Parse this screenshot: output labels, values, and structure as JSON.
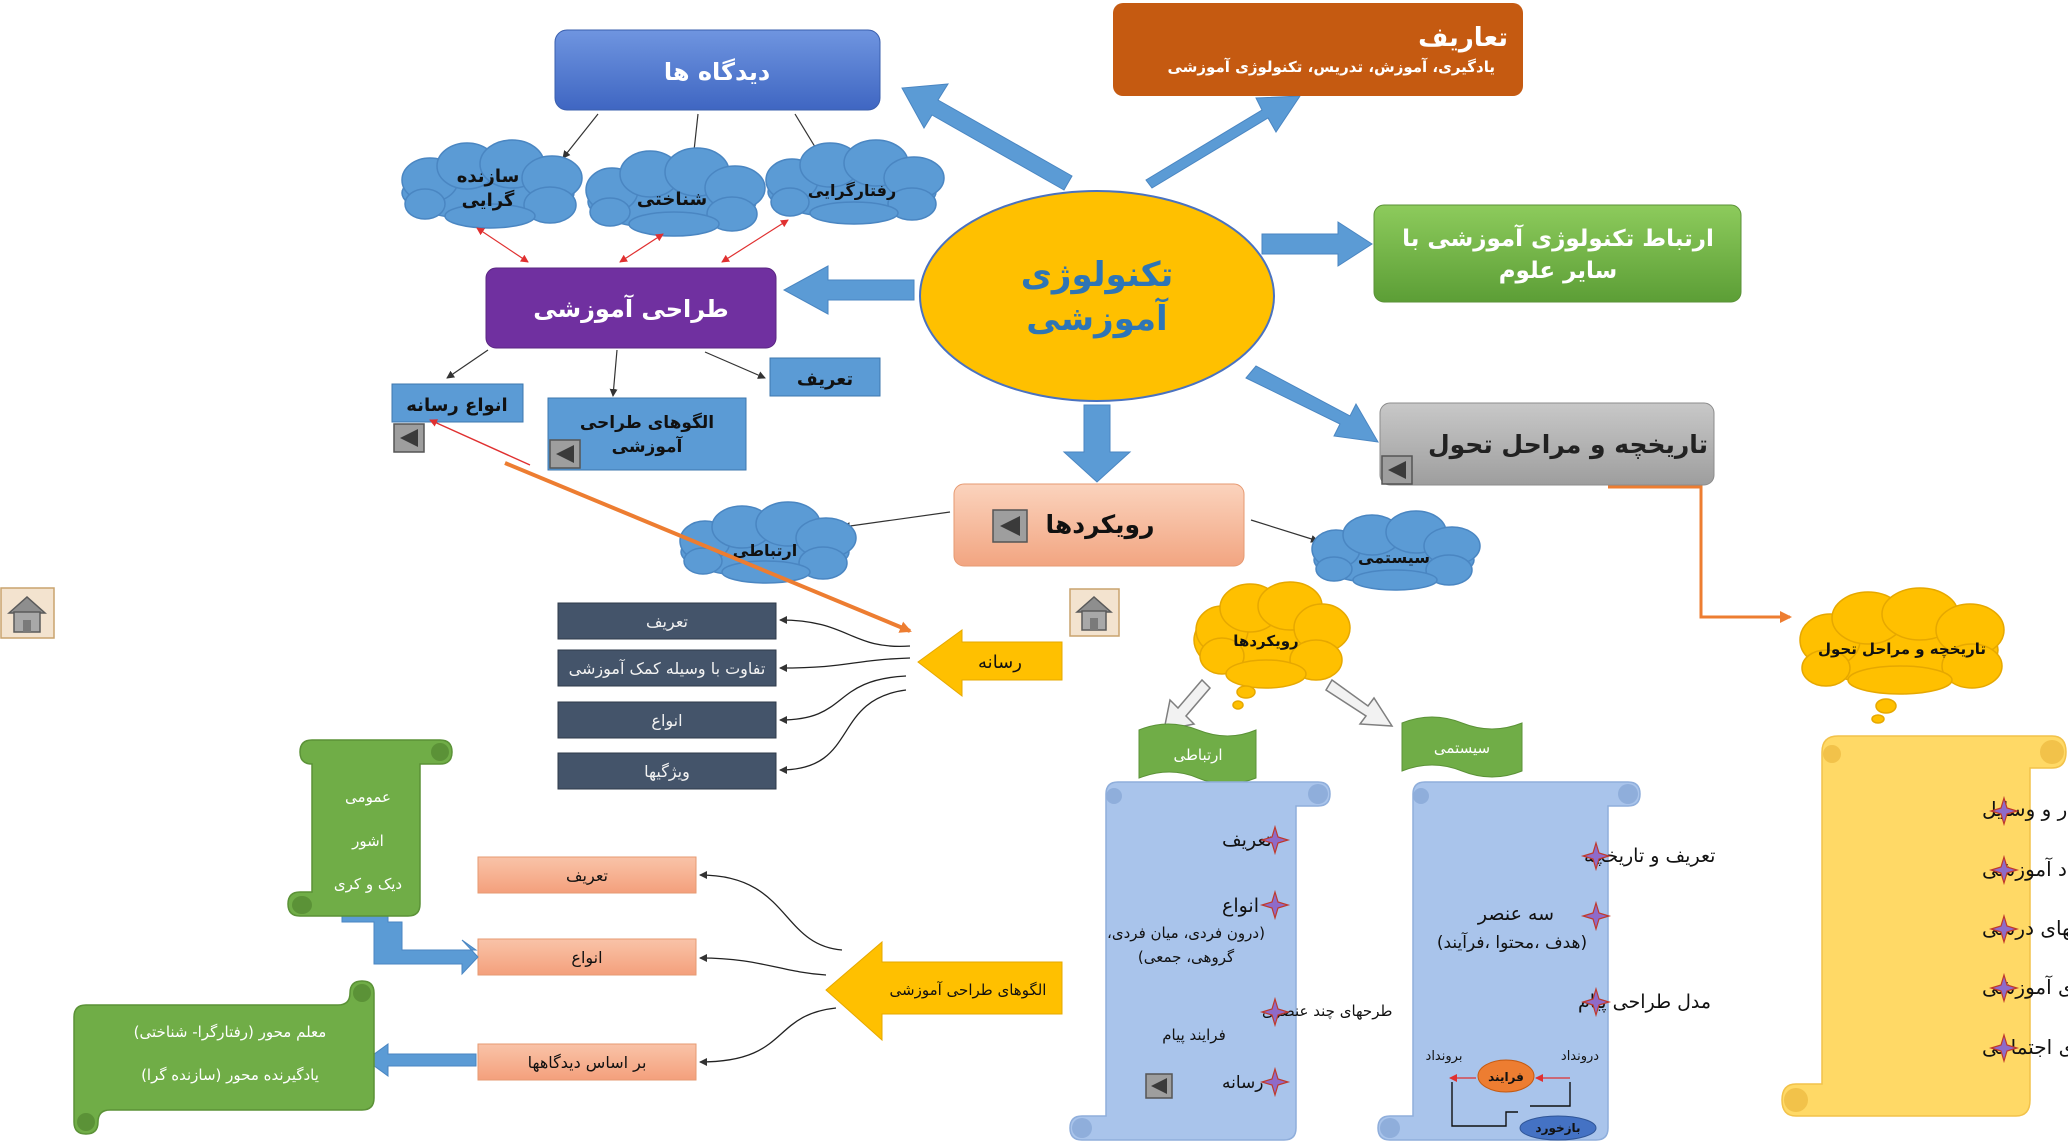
{
  "center": {
    "line1": "تکنولوژی",
    "line2": "آموزشی"
  },
  "perspectives": "دیدگاه ها",
  "definitions": {
    "title": "تعاریف",
    "subtitle": "یادگیری، آموزش، تدریس، تکنولوژی آموزشی"
  },
  "relation": {
    "line1": "ارتباط تکنولوژی آموزشی با",
    "line2": "سایر علوم"
  },
  "history": "تاریخچه و مراحل تحول",
  "clouds": {
    "constructivism_1": "سازنده",
    "constructivism_2": "گرایی",
    "cognitivism": "شناختی",
    "behaviorism": "رفتارگرایی",
    "communication": "ارتباطی",
    "systemic": "سیستمی",
    "approaches": "رویکردها",
    "history": "تاریخچه و مراحل تحول"
  },
  "design": {
    "title": "طراحی آموزشی",
    "definition": "تعریف",
    "media_types": "انواع رسانه",
    "models_1": "الگوهای طراحی",
    "models_2": "آموزشی"
  },
  "approaches_box": "رویکردها",
  "media": {
    "arrow": "رسانه",
    "items": [
      "تعریف",
      "تفاوت با وسیله کمک آموزشی",
      "انواع",
      "ویژگیها"
    ]
  },
  "models": {
    "arrow": "الگوهای طراحی آموزشی",
    "items": [
      "تعریف",
      "انواع",
      "بر اساس دیدگاهها"
    ],
    "types_scroll": [
      "عمومی",
      "اشور",
      "دیک و کری"
    ],
    "views_scroll": [
      "معلم محور (رفتارگرا- شناختی)",
      "یادگیرنده محور (سازنده گرا)"
    ]
  },
  "banners": {
    "communication": "ارتباطی",
    "systemic": "سیستمی"
  },
  "communication_scroll": {
    "definition": "تعریف",
    "types": "انواع",
    "types_detail_1": "(درون فردی، میان فردی،",
    "types_detail_2": "گروهی، جمعی)",
    "multi_1": "طرحهای چند عنصری",
    "multi_2": "فرایند پیام",
    "media": "رسانه"
  },
  "systemic_scroll": {
    "definition": "تعریف و تاریخچه",
    "three_1": "سه عنصر",
    "three_2": "(هدف ،محتوا ،فرآیند)",
    "message_design": "مدل طراحی پیام",
    "input": "درونداد",
    "output": "برونداد",
    "process": "فرایند",
    "feedback": "بازخورد"
  },
  "history_scroll": [
    "ابزار و وسایل",
    "مواد آموزشی",
    "نظامهای درسی",
    "نظامهای آموزشی",
    "نظامهای اجتماعی"
  ],
  "colors": {
    "center": "#FFC000",
    "center_text": "#2E75B6",
    "perspectives": "#4472C4",
    "definitions": "#C55A11",
    "relation": "#70AD47",
    "history": "#A5A5A5",
    "design": "#7030A0",
    "blue_box": "#5B9BD5",
    "cloud": "#5B9BD5",
    "approaches": "#F4B183",
    "dark_box": "#44546A",
    "orange": "#ED7D31",
    "scroll_blue": "#A9C4EB",
    "scroll_green": "#70AD47",
    "scroll_gold": "#FFD966",
    "arrow": "#5B9BD5"
  }
}
